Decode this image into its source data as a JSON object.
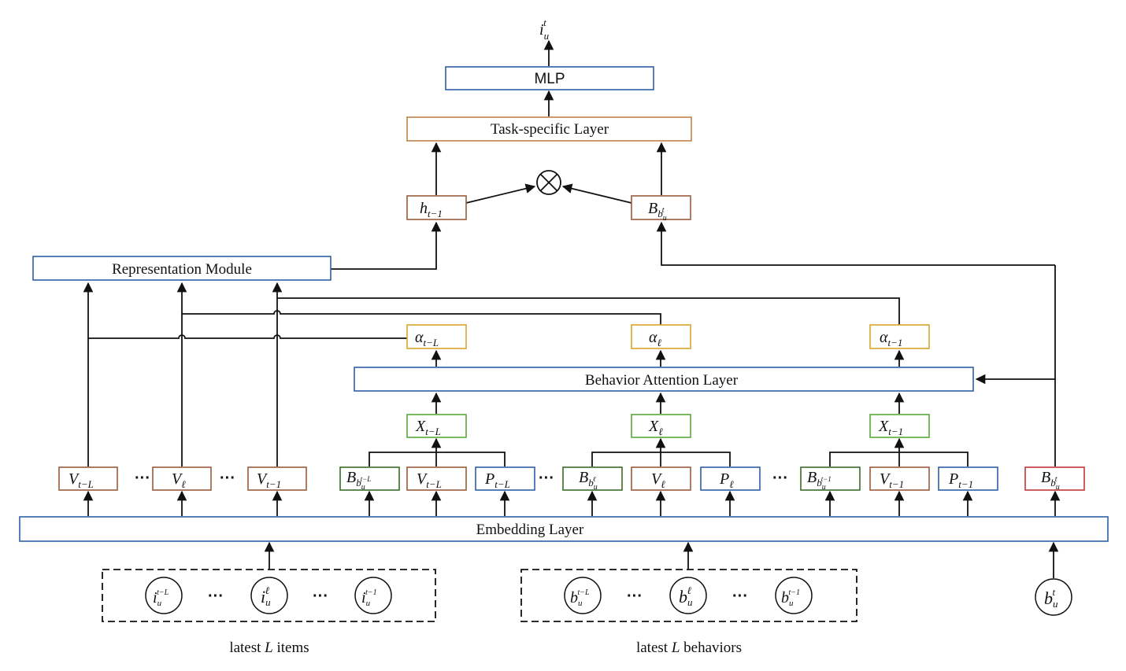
{
  "layers": {
    "mlp": "MLP",
    "task": "Task-specific Layer",
    "representation": "Representation Module",
    "attention": "Behavior Attention Layer",
    "embedding": "Embedding Layer"
  },
  "output": {
    "var": "i",
    "sub": "u",
    "sup": "t"
  },
  "hidden": {
    "var": "h",
    "sub": "t−1"
  },
  "behavior_top": {
    "var": "B",
    "sub": "b",
    "subsub": "u",
    "subsup": "t"
  },
  "alphas": [
    {
      "var": "α",
      "sub": "t−L"
    },
    {
      "var": "α",
      "sub": "ℓ"
    },
    {
      "var": "α",
      "sub": "t−1"
    }
  ],
  "xs": [
    {
      "var": "X",
      "sub": "t−L"
    },
    {
      "var": "X",
      "sub": "ℓ"
    },
    {
      "var": "X",
      "sub": "t−1"
    }
  ],
  "left_vs": [
    {
      "var": "V",
      "sub": "t−L"
    },
    {
      "var": "V",
      "sub": "ℓ"
    },
    {
      "var": "V",
      "sub": "t−1"
    }
  ],
  "groups": [
    {
      "b": {
        "var": "B",
        "sub": "b",
        "subsub": "u",
        "subsup": "t−L"
      },
      "v": {
        "var": "V",
        "sub": "t−L"
      },
      "p": {
        "var": "P",
        "sub": "t−L"
      }
    },
    {
      "b": {
        "var": "B",
        "sub": "b",
        "subsub": "u",
        "subsup": "ℓ"
      },
      "v": {
        "var": "V",
        "sub": "ℓ"
      },
      "p": {
        "var": "P",
        "sub": "ℓ"
      }
    },
    {
      "b": {
        "var": "B",
        "sub": "b",
        "subsub": "u",
        "subsup": "t−1"
      },
      "v": {
        "var": "V",
        "sub": "t−1"
      },
      "p": {
        "var": "P",
        "sub": "t−1"
      }
    }
  ],
  "behavior_current": {
    "var": "B",
    "sub": "b",
    "subsub": "u",
    "subsup": "t"
  },
  "items": [
    {
      "var": "i",
      "sub": "u",
      "sup": "t−L"
    },
    {
      "var": "i",
      "sub": "u",
      "sup": "ℓ"
    },
    {
      "var": "i",
      "sub": "u",
      "sup": "t−1"
    }
  ],
  "behaviors": [
    {
      "var": "b",
      "sub": "u",
      "sup": "t−L"
    },
    {
      "var": "b",
      "sub": "u",
      "sup": "ℓ"
    },
    {
      "var": "b",
      "sub": "u",
      "sup": "t−1"
    }
  ],
  "current_behavior": {
    "var": "b",
    "sub": "u",
    "sup": "t"
  },
  "ellipsis": "···",
  "captions": {
    "items": {
      "pre": "latest ",
      "var": "L",
      "post": " items"
    },
    "behaviors": {
      "pre": "latest ",
      "var": "L",
      "post": " behaviors"
    }
  },
  "colors": {
    "blue": "#2e5fa8",
    "orange": "#c0844a",
    "brown": "#9a5a3c",
    "gold": "#d9a32a",
    "green": "#5aa83c",
    "darkgreen": "#3b6b2a",
    "red": "#c0383a"
  }
}
